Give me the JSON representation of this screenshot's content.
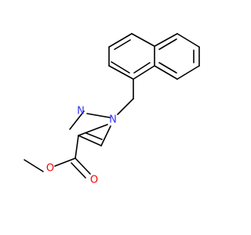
{
  "molecule": {
    "background": "#ffffff",
    "bond_color": "#000000",
    "atoms": {
      "n1": {
        "symbol": "N",
        "color": "#3333ff"
      },
      "n2": {
        "symbol": "N",
        "color": "#3333ff"
      },
      "o_carbonyl": {
        "symbol": "O",
        "color": "#ff0000"
      },
      "o_ester": {
        "symbol": "O",
        "color": "#ff0000"
      }
    }
  }
}
